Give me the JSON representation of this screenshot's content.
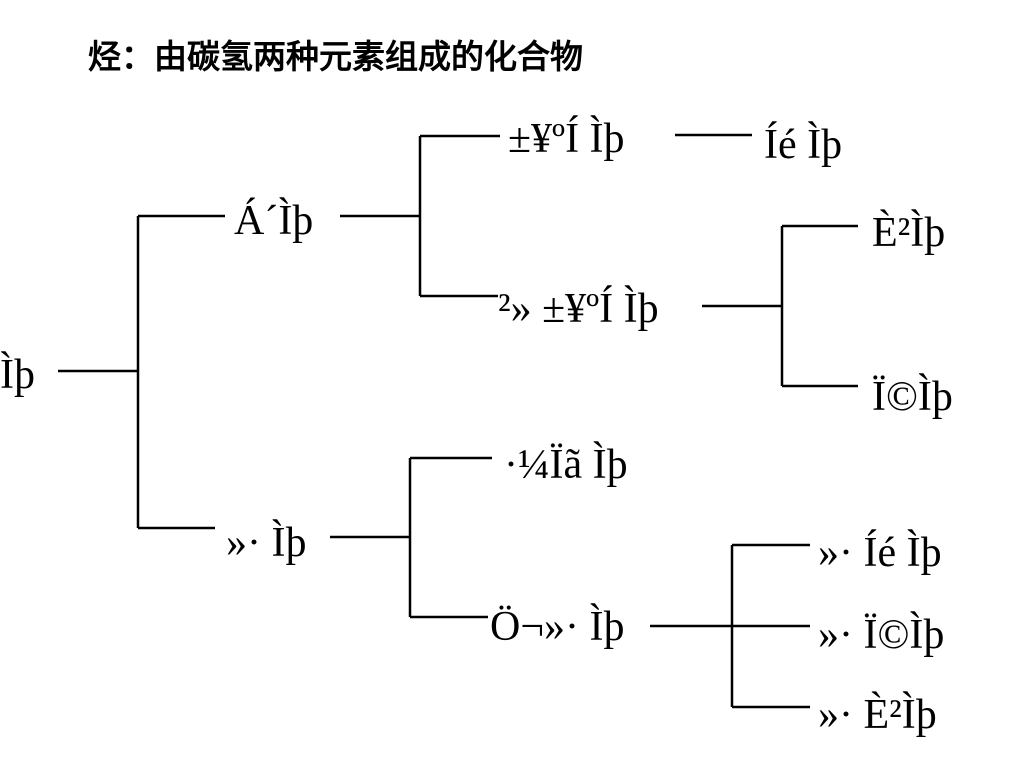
{
  "title": "烃：由碳氢两种元素组成的化合物",
  "colors": {
    "line": "#000000",
    "text": "#000000",
    "background": "#ffffff"
  },
  "tree": {
    "root": "Ìþ",
    "branch_a": {
      "label": "Á´Ìþ",
      "sat": {
        "label": "±¥ºÍ Ìþ",
        "child": "Íé Ìþ"
      },
      "unsat": {
        "label": "²» ±¥ºÍ Ìþ",
        "children": [
          "È²Ìþ",
          "Ï©Ìþ"
        ]
      }
    },
    "branch_b": {
      "label": "»· Ìþ",
      "sub1": {
        "label": "·¼Ïã Ìþ"
      },
      "sub2": {
        "label": "Ö¬»· Ìþ",
        "children": [
          "»· Íé Ìþ",
          "»· Ï©Ìþ",
          "»· È²Ìþ"
        ]
      }
    }
  }
}
